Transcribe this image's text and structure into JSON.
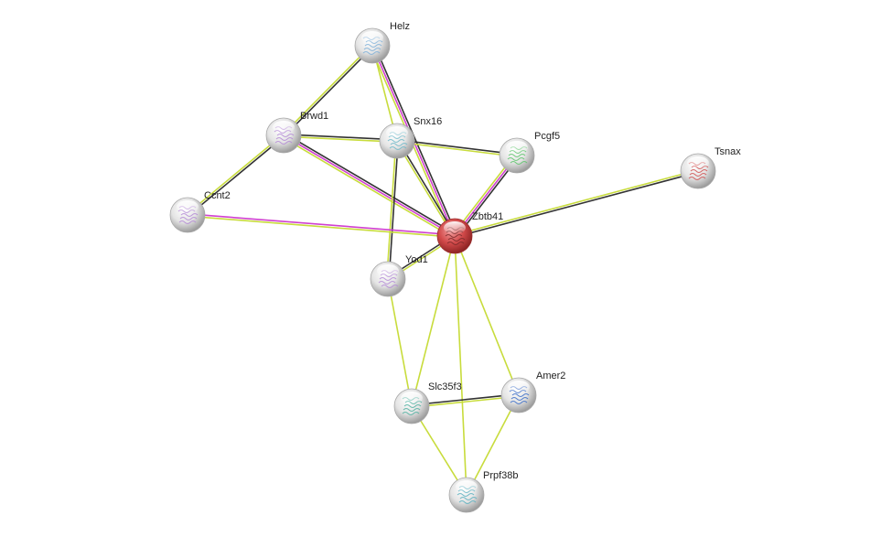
{
  "network": {
    "nodes": [
      {
        "id": "helz",
        "label": "Helz",
        "color": "white",
        "glyph": "#7fb0d8"
      },
      {
        "id": "brwd1",
        "label": "Brwd1",
        "color": "white",
        "glyph": "#b48ad6"
      },
      {
        "id": "snx16",
        "label": "Snx16",
        "color": "white",
        "glyph": "#6fb8c8"
      },
      {
        "id": "pcgf5",
        "label": "Pcgf5",
        "color": "white",
        "glyph": "#5cc46a"
      },
      {
        "id": "tsnax",
        "label": "Tsnax",
        "color": "white",
        "glyph": "#d05050"
      },
      {
        "id": "ccnt2",
        "label": "Ccnt2",
        "color": "white",
        "glyph": "#b48ad6"
      },
      {
        "id": "zbtb41",
        "label": "Zbtb41",
        "color": "red",
        "glyph": "#7a2a2a"
      },
      {
        "id": "yod1",
        "label": "Yod1",
        "color": "white",
        "glyph": "#b48ad6"
      },
      {
        "id": "slc35f3",
        "label": "Slc35f3",
        "color": "white",
        "glyph": "#4fb0a0"
      },
      {
        "id": "amer2",
        "label": "Amer2",
        "color": "white",
        "glyph": "#3a6cc8"
      },
      {
        "id": "prpf38b",
        "label": "Prpf38b",
        "color": "white",
        "glyph": "#5ab0c0"
      }
    ],
    "edges": [
      {
        "from": "helz",
        "to": "brwd1",
        "types": [
          "black",
          "yellow"
        ]
      },
      {
        "from": "helz",
        "to": "zbtb41",
        "types": [
          "black",
          "magenta",
          "yellow"
        ]
      },
      {
        "from": "helz",
        "to": "snx16",
        "types": [
          "yellow"
        ]
      },
      {
        "from": "brwd1",
        "to": "snx16",
        "types": [
          "black",
          "yellow"
        ]
      },
      {
        "from": "brwd1",
        "to": "zbtb41",
        "types": [
          "black",
          "magenta",
          "yellow"
        ]
      },
      {
        "from": "brwd1",
        "to": "ccnt2",
        "types": [
          "black",
          "yellow"
        ]
      },
      {
        "from": "snx16",
        "to": "pcgf5",
        "types": [
          "black",
          "yellow"
        ]
      },
      {
        "from": "snx16",
        "to": "zbtb41",
        "types": [
          "black",
          "yellow"
        ]
      },
      {
        "from": "snx16",
        "to": "yod1",
        "types": [
          "black",
          "yellow"
        ]
      },
      {
        "from": "pcgf5",
        "to": "zbtb41",
        "types": [
          "black",
          "magenta",
          "yellow"
        ]
      },
      {
        "from": "tsnax",
        "to": "zbtb41",
        "types": [
          "black",
          "yellow"
        ]
      },
      {
        "from": "ccnt2",
        "to": "zbtb41",
        "types": [
          "magenta",
          "yellow"
        ]
      },
      {
        "from": "yod1",
        "to": "zbtb41",
        "types": [
          "black",
          "yellow"
        ]
      },
      {
        "from": "yod1",
        "to": "slc35f3",
        "types": [
          "yellow"
        ]
      },
      {
        "from": "zbtb41",
        "to": "slc35f3",
        "types": [
          "yellow"
        ]
      },
      {
        "from": "zbtb41",
        "to": "amer2",
        "types": [
          "yellow"
        ]
      },
      {
        "from": "zbtb41",
        "to": "prpf38b",
        "types": [
          "yellow"
        ]
      },
      {
        "from": "slc35f3",
        "to": "amer2",
        "types": [
          "black",
          "yellow"
        ]
      },
      {
        "from": "slc35f3",
        "to": "prpf38b",
        "types": [
          "yellow"
        ]
      },
      {
        "from": "amer2",
        "to": "prpf38b",
        "types": [
          "yellow"
        ]
      }
    ]
  },
  "colors": {
    "black": "#333333",
    "yellow": "#c8dc3c",
    "magenta": "#d040d0",
    "node_white_fill": "#e6e6e6",
    "node_red_fill": "#d24a4a"
  }
}
